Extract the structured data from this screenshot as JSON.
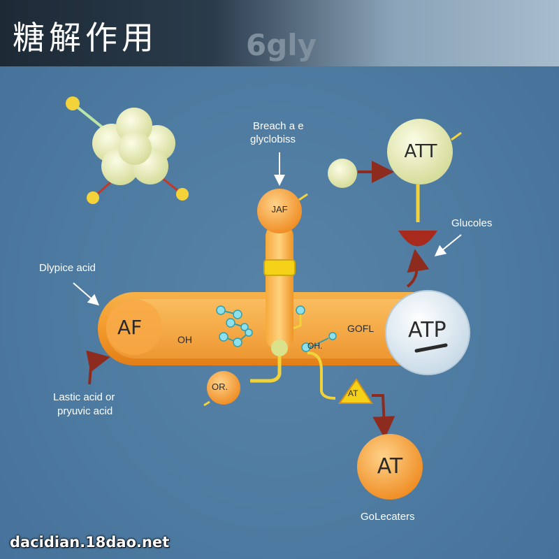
{
  "header": {
    "title": "糖解作用",
    "subtitle": "6gly"
  },
  "labels": {
    "breach_line1": "Breach a e",
    "breach_line2": "glyclobiss",
    "glucoles": "Glucoles",
    "dlypice": "Dlypice acid",
    "lastic_line1": "Lastic acid or",
    "lastic_line2": "pryuvic acid",
    "golecaters": "GoLecaters"
  },
  "nodes": {
    "jaf": "JAF",
    "att": "ATT",
    "af": "AF",
    "oh": "OH",
    "gofl": "GOFL",
    "atp": "ATP",
    "or": "OR.",
    "at_triangle": "AT",
    "at_circle": "AT",
    "oh_small": "OH."
  },
  "colors": {
    "background": "#4f7a9f",
    "orange": "#f39a2c",
    "cream": "#f1f3c4",
    "arrow_red": "#8e2b1f",
    "atp_bubble": "#dfeaf2"
  },
  "watermark": "dacidian.18dao.net"
}
